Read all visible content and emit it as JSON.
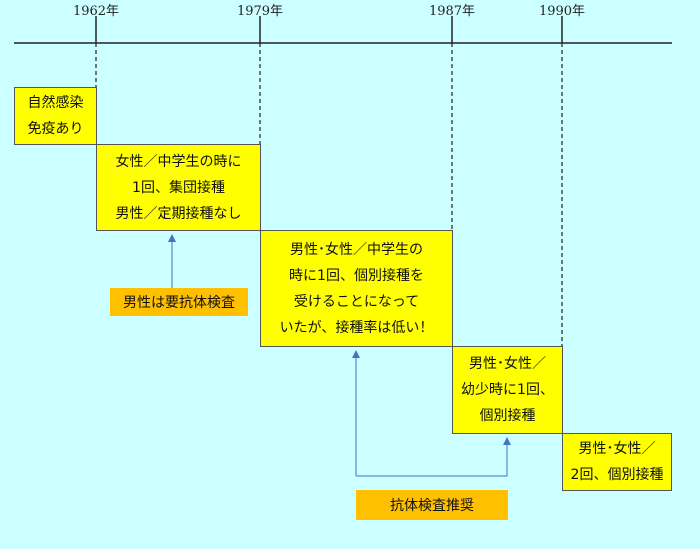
{
  "years": [
    "1962年",
    "1979年",
    "1987年",
    "1990年"
  ],
  "periods": [
    {
      "lines": [
        "自然感染",
        "免疫あり"
      ]
    },
    {
      "lines": [
        "女性／中学生の時に",
        "1回、集団接種",
        "男性／定期接種なし"
      ]
    },
    {
      "lines": [
        "男性･女性／中学生の",
        "時に1回、個別接種を",
        "受けることになって",
        "いたが、接種率は低い！"
      ]
    },
    {
      "lines": [
        "男性･女性／",
        "幼少時に1回、",
        "個別接種"
      ]
    },
    {
      "lines": [
        "男性･女性／",
        "2回、個別接種"
      ]
    }
  ],
  "notes": {
    "male_test": "男性は要抗体検査",
    "recommend": "抗体検査推奨"
  },
  "colors": {
    "background": "#ccffff",
    "box": "#ffff00",
    "note": "#ffc000",
    "arrow": "#4472c4",
    "line": "#222222"
  }
}
